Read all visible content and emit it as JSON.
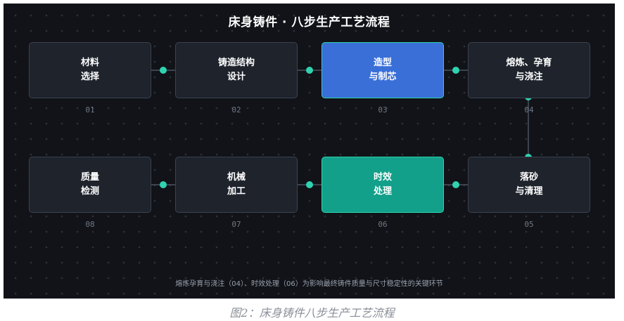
{
  "title": "床身铸件 · 八步生产工艺流程",
  "steps": [
    {
      "label": "材料\n选择",
      "num": "01",
      "highlight": "none"
    },
    {
      "label": "铸造结构\n设计",
      "num": "02",
      "highlight": "none"
    },
    {
      "label": "造型\n与制芯",
      "num": "03",
      "highlight": "blue"
    },
    {
      "label": "熔炼、孕育\n与浇注",
      "num": "04",
      "highlight": "none"
    },
    {
      "label": "落砂\n与清理",
      "num": "05",
      "highlight": "none"
    },
    {
      "label": "时效\n处理",
      "num": "06",
      "highlight": "teal"
    },
    {
      "label": "机械\n加工",
      "num": "07",
      "highlight": "none"
    },
    {
      "label": "质量\n检测",
      "num": "08",
      "highlight": "none"
    }
  ],
  "note": "熔炼孕育与浇注（04）、时效处理（06）为影响最终铸件质量与尺寸稳定性的关键环节",
  "caption": "图2：床身铸件八步生产工艺流程",
  "colors": {
    "background": "#111318",
    "box": "#1e232c",
    "box_border": "#3b4250",
    "accent": "#2fd3b0",
    "highlight_blue": "#3a6fd8",
    "highlight_teal": "#13a08a"
  }
}
